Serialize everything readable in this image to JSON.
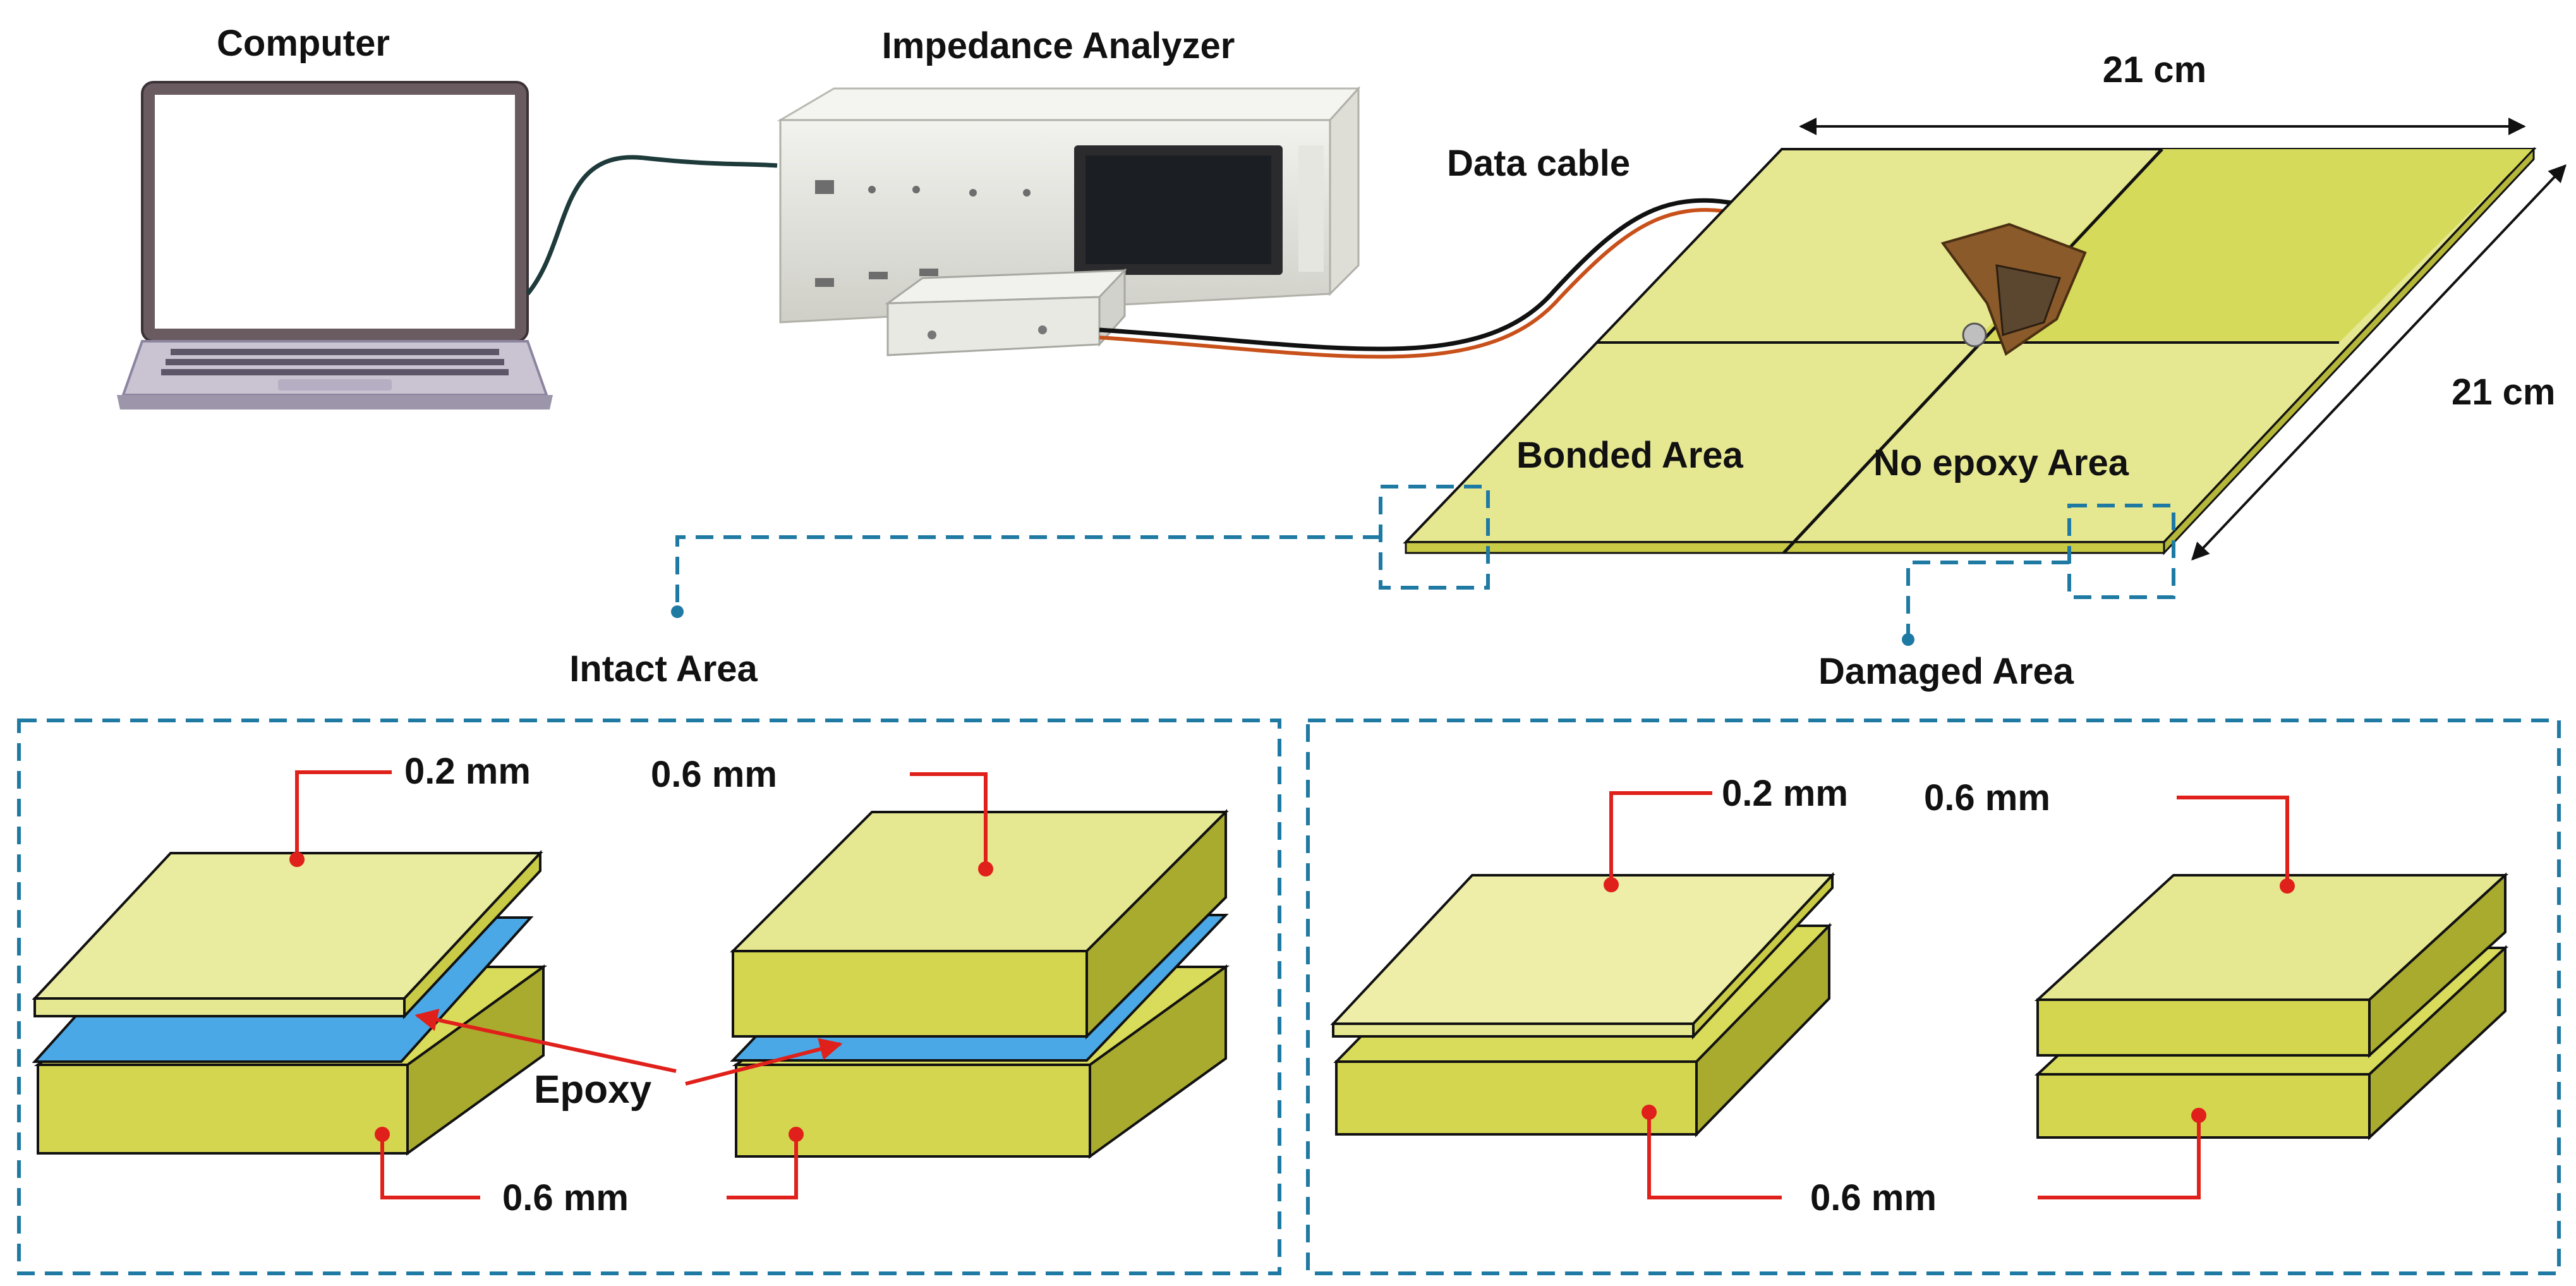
{
  "labels": {
    "computer": "Computer",
    "analyzer": "Impedance Analyzer",
    "cable": "Data cable",
    "width_dim": "21 cm",
    "depth_dim": "21 cm",
    "bonded": "Bonded Area",
    "no_epoxy": "No epoxy Area",
    "intact": "Intact Area",
    "damaged": "Damaged Area",
    "intact_thin": "0.2 mm",
    "intact_thick": "0.6 mm",
    "intact_bottom": "0.6 mm",
    "epoxy": "Epoxy",
    "damaged_thin": "0.2 mm",
    "damaged_thick": "0.6 mm",
    "damaged_bottom": "0.6 mm"
  },
  "colors": {
    "plate_top": "#e9eb9f",
    "plate_side": "#d9db5a",
    "plate_dark": "#a9ab2f",
    "epoxy": "#4aa8e6",
    "leader": "#e0201a",
    "dash": "#1f7aa3",
    "cable_orange": "#c8501a"
  },
  "icons": [
    "laptop-icon",
    "impedance-analyzer-icon",
    "sensor-icon"
  ]
}
